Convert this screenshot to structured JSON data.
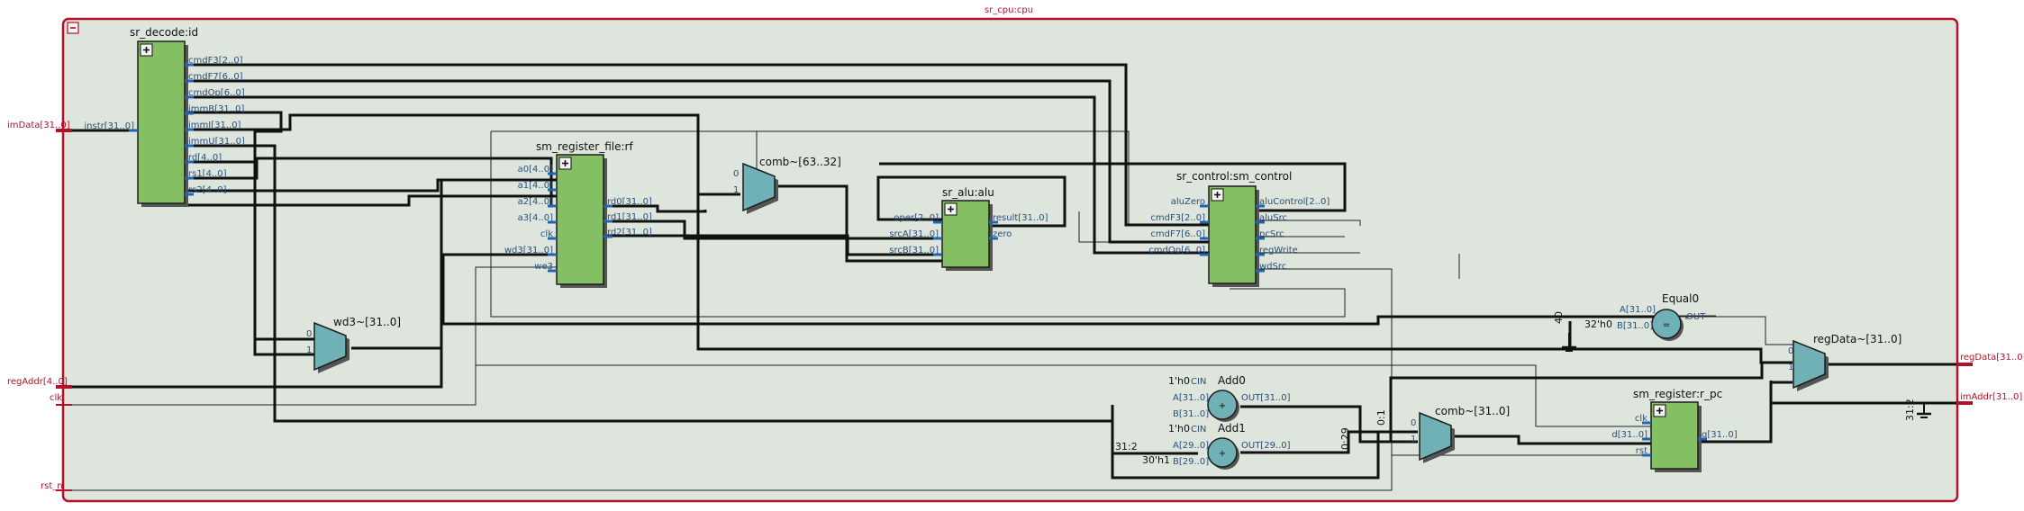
{
  "module": {
    "title": "sr_cpu:cpu",
    "colors": {
      "border": "#b3102a",
      "background": "#dde5dc",
      "block": "#84c063",
      "mux": "#6fb1b5",
      "port_text": "#2a4f7a",
      "wire": "#111111"
    }
  },
  "external_ports": {
    "imData": "imData[31..0]",
    "regAddr": "regAddr[4..0]",
    "clk": "clk",
    "rst_n": "rst_n",
    "regData": "regData[31..0]",
    "imAddr": "imAddr[31..0]"
  },
  "decode": {
    "title": "sr_decode:id",
    "in_port": "instr[31..0]",
    "out_ports": [
      "cmdF3[2..0]",
      "cmdF7[6..0]",
      "cmdOp[6..0]",
      "immB[31..0]",
      "immI[31..0]",
      "immU[31..0]",
      "rd[4..0]",
      "rs1[4..0]",
      "rs2[4..0]"
    ]
  },
  "regfile": {
    "title": "sm_register_file:rf",
    "in_ports": [
      "a0[4..0]",
      "a1[4..0]",
      "a2[4..0]",
      "a3[4..0]",
      "clk",
      "wd3[31..0]",
      "we3"
    ],
    "out_ports": [
      "rd0[31..0]",
      "rd1[31..0]",
      "rd2[31..0]"
    ]
  },
  "alu": {
    "title": "sr_alu:alu",
    "in_ports": [
      "oper[2..0]",
      "srcA[31..0]",
      "srcB[31..0]"
    ],
    "out_ports": [
      "result[31..0]",
      "zero"
    ]
  },
  "control": {
    "title": "sr_control:sm_control",
    "in_ports": [
      "aluZero",
      "cmdF3[2..0]",
      "cmdF7[6..0]",
      "cmdOp[6..0]"
    ],
    "out_ports": [
      "aluControl[2..0]",
      "aluSrc",
      "pcSrc",
      "regWrite",
      "wdSrc"
    ]
  },
  "pc": {
    "title": "sm_register:r_pc",
    "in_ports": [
      "clk",
      "d[31..0]",
      "rst"
    ],
    "out_port": "q[31..0]"
  },
  "muxes": {
    "comb63": {
      "title": "comb~[63..32]",
      "in0": "0",
      "in1": "1"
    },
    "wd3": {
      "title": "wd3~[31..0]",
      "in0": "0",
      "in1": "1"
    },
    "regData": {
      "title": "regData~[31..0]",
      "in0": "0",
      "in1": "1"
    },
    "comb31": {
      "title": "comb~[31..0]",
      "in0": "0",
      "in1": "1"
    }
  },
  "equal0": {
    "title": "Equal0",
    "in_a": "A[31..0]",
    "in_b": "B[31..0]",
    "const_b": "32'h0",
    "out": "OUT",
    "symbol": "="
  },
  "add0": {
    "title": "Add0",
    "cin_const": "1'h0",
    "cin": "CIN",
    "in_a": "A[31..0]",
    "in_b": "B[31..0]",
    "out": "OUT[31..0]",
    "symbol": "+"
  },
  "add1": {
    "title": "Add1",
    "cin_const": "1'h0",
    "cin": "CIN",
    "in_a": "A[29..0]",
    "in_b": "B[29..0]",
    "const_b": "30'h1",
    "out": "OUT[29..0]",
    "symbol": "+"
  },
  "bus_labels": {
    "slice_a": "31:2",
    "slice_b": "0:29",
    "slice_c": "0:1",
    "slice_d": "31:2",
    "slice_e": "40"
  },
  "icons": {
    "collapse": "minus-box-icon",
    "expand": "plus-box-icon",
    "ground": "ground-icon"
  }
}
